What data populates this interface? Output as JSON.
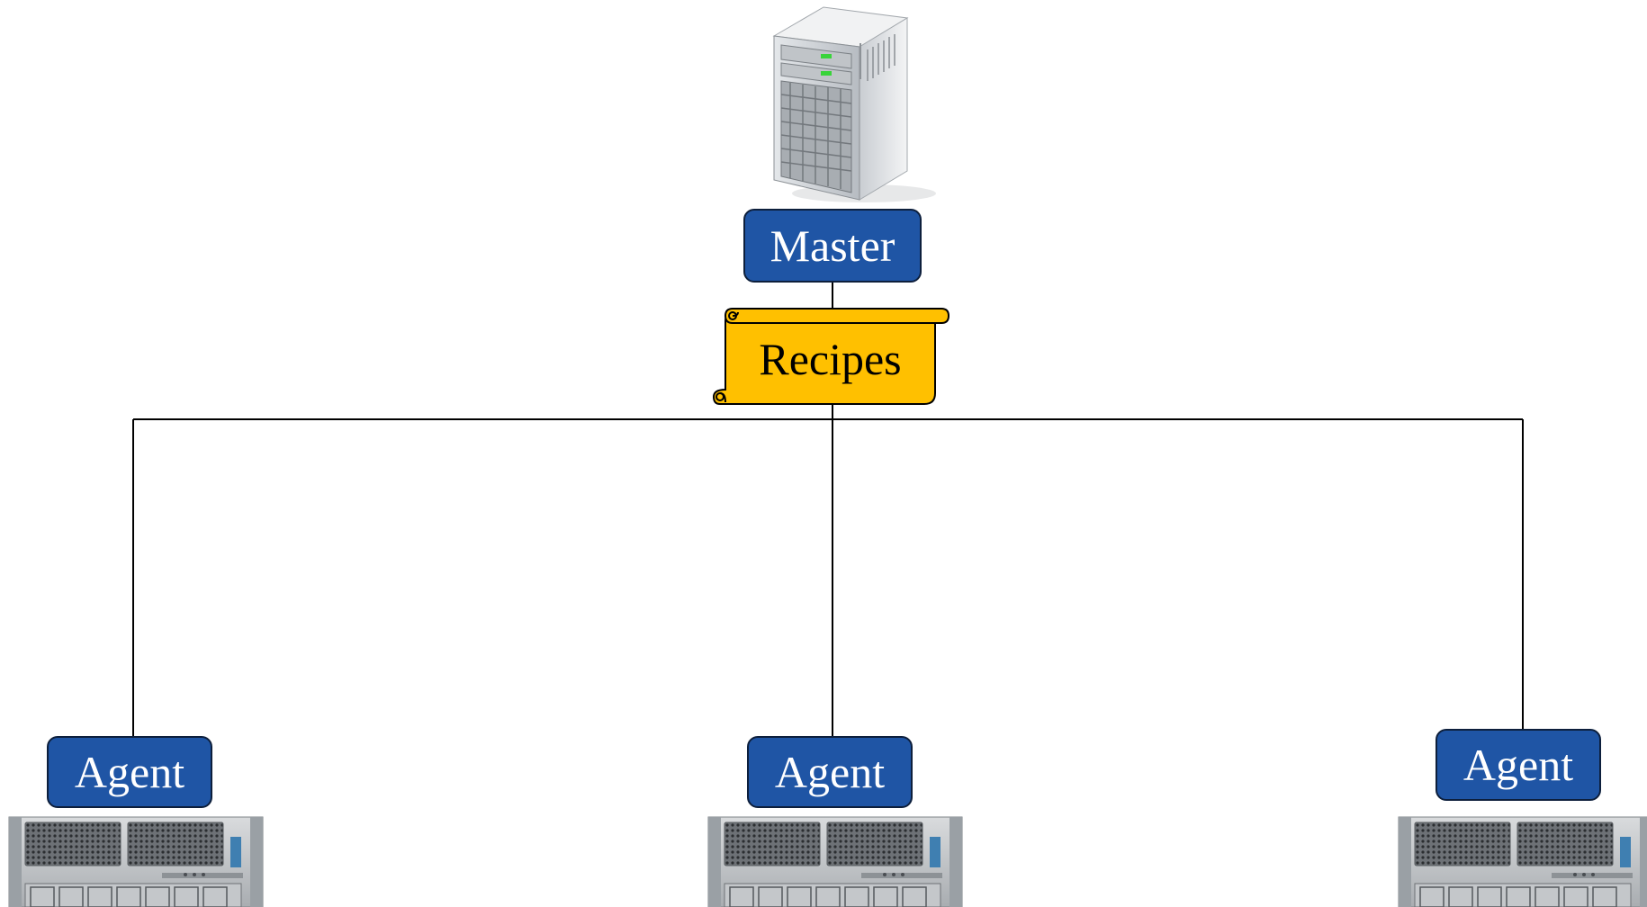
{
  "master": {
    "label": "Master",
    "icon": "tower-server-icon"
  },
  "recipes": {
    "label": "Recipes",
    "icon": "scroll-icon",
    "color": "#ffc000"
  },
  "agents": [
    {
      "label": "Agent",
      "icon": "rack-server-icon"
    },
    {
      "label": "Agent",
      "icon": "rack-server-icon"
    },
    {
      "label": "Agent",
      "icon": "rack-server-icon"
    }
  ],
  "colors": {
    "box_fill": "#1f55a5",
    "box_border": "#0d1f3c",
    "connector": "#000000",
    "scroll_fill": "#ffc000"
  }
}
